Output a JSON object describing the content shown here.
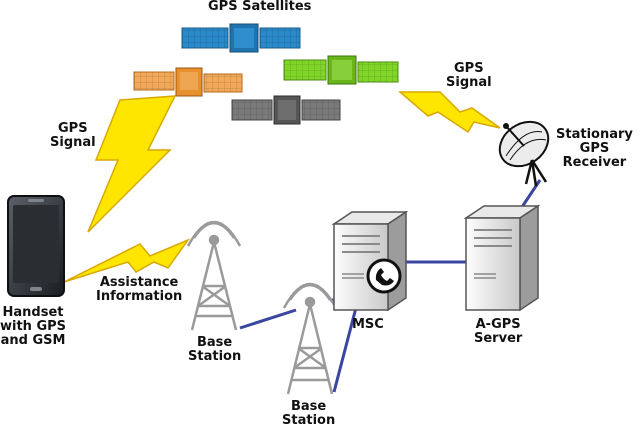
{
  "diagram": {
    "title": "GPS Satellites",
    "labels": {
      "gps_signal_left": "GPS\nSignal",
      "gps_signal_right": "GPS\nSignal",
      "stationary_receiver": "Stationary\nGPS\nReceiver",
      "assistance": "Assistance\nInformation",
      "handset": "Handset\nwith GPS\nand GSM",
      "base_station_1": "Base\nStation",
      "base_station_2": "Base\nStation",
      "msc": "MSC",
      "agps_server": "A-GPS\nServer"
    },
    "colors": {
      "signal": "#ffe600",
      "signal_dark": "#d8a800",
      "link": "#3a46a0",
      "satellite_blue": "#2a89c9",
      "satellite_orange": "#e8902e",
      "satellite_green": "#6ab51c",
      "satellite_gray": "#555555"
    },
    "icons": [
      "satellite-icon",
      "lightning-bolt-icon",
      "satellite-dish-icon",
      "smartphone-icon",
      "radio-tower-icon",
      "server-icon",
      "phone-icon"
    ]
  }
}
